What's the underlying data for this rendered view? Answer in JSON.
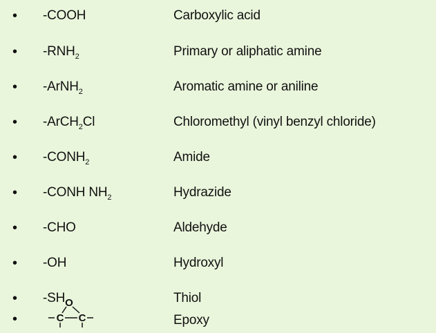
{
  "colors": {
    "background": "#eaf6dc",
    "text": "#111111"
  },
  "bullet_glyph": "•",
  "groups": [
    {
      "formula": {
        "pre": "-COOH",
        "sub": "",
        "post": ""
      },
      "name": "Carboxylic acid"
    },
    {
      "formula": {
        "pre": "-RNH",
        "sub": "2",
        "post": ""
      },
      "name": "Primary or aliphatic amine"
    },
    {
      "formula": {
        "pre": "-ArNH",
        "sub": "2",
        "post": ""
      },
      "name": "Aromatic amine or aniline"
    },
    {
      "formula": {
        "pre": "-ArCH",
        "sub": "2",
        "post": "Cl"
      },
      "name": "Chloromethyl (vinyl benzyl chloride)"
    },
    {
      "formula": {
        "pre": "-CONH",
        "sub": "2",
        "post": ""
      },
      "name": "Amide"
    },
    {
      "formula": {
        "pre": "-CONH NH",
        "sub": "2",
        "post": ""
      },
      "name": "Hydrazide"
    },
    {
      "formula": {
        "pre": "-CHO",
        "sub": "",
        "post": ""
      },
      "name": "Aldehyde"
    },
    {
      "formula": {
        "pre": "-OH",
        "sub": "",
        "post": ""
      },
      "name": "Hydroxyl"
    },
    {
      "formula": {
        "pre": "-SH",
        "sub": "",
        "post": ""
      },
      "name": "Thiol"
    }
  ],
  "epoxy": {
    "name": "Epoxy",
    "structure_icon": "epoxide-ring-structure-icon",
    "atom_oxygen": "O",
    "atom_carbon_left": "C",
    "atom_carbon_right": "C"
  }
}
